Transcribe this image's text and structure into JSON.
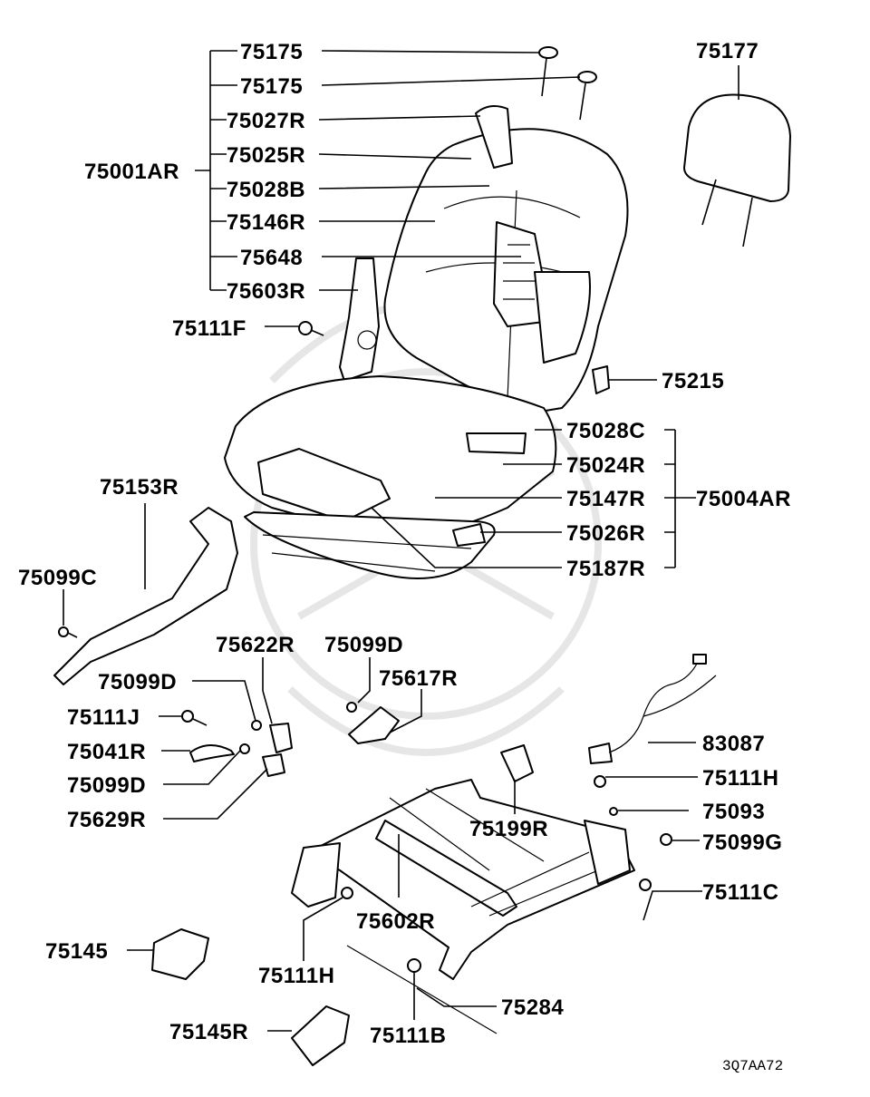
{
  "diagram": {
    "drawing_code": "3Q7AA72",
    "callouts": {
      "c75175a": "75175",
      "c75175b": "75175",
      "c75027R": "75027R",
      "c75025R": "75025R",
      "c75001AR": "75001AR",
      "c75028B": "75028B",
      "c75146R": "75146R",
      "c75648": "75648",
      "c75603R": "75603R",
      "c75177": "75177",
      "c75111F": "75111F",
      "c75215": "75215",
      "c75028C": "75028C",
      "c75024R": "75024R",
      "c75147R": "75147R",
      "c75004AR": "75004AR",
      "c75026R": "75026R",
      "c75187R": "75187R",
      "c75153R": "75153R",
      "c75099C": "75099C",
      "c75622R": "75622R",
      "c75099Da": "75099D",
      "c75099Db": "75099D",
      "c75617R": "75617R",
      "c75099Dc": "75099D",
      "c75111J": "75111J",
      "c75041R": "75041R",
      "c75629R": "75629R",
      "c83087": "83087",
      "c75111H": "75111H",
      "c75093": "75093",
      "c75199R": "75199R",
      "c75099G": "75099G",
      "c75111C": "75111C",
      "c75602R": "75602R",
      "c75145": "75145",
      "c75111Hb": "75111H",
      "c75284": "75284",
      "c75145R": "75145R",
      "c75111B": "75111B"
    }
  }
}
